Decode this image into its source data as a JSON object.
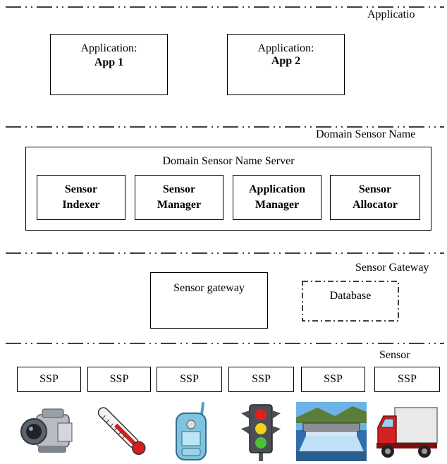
{
  "layers": {
    "application": "Applicatio",
    "domain": "Domain Sensor Name",
    "gateway": "Sensor Gateway",
    "sensor": "Sensor"
  },
  "apps": [
    {
      "prefix": "Application:",
      "name": "App 1"
    },
    {
      "prefix": "Application:",
      "name": "App 2"
    }
  ],
  "dsn_server": {
    "title": "Domain Sensor Name Server",
    "components": [
      {
        "line1": "Sensor",
        "line2": "Indexer"
      },
      {
        "line1": "Sensor",
        "line2": "Manager"
      },
      {
        "line1": "Application",
        "line2": "Manager"
      },
      {
        "line1": "Sensor",
        "line2": "Allocator"
      }
    ]
  },
  "gateway_box": "Sensor gateway",
  "database_box": "Database",
  "ssp": [
    "SSP",
    "SSP",
    "SSP",
    "SSP",
    "SSP",
    "SSP"
  ],
  "devices": [
    "camcorder-icon",
    "thermometer-icon",
    "mobile-phone-icon",
    "traffic-light-icon",
    "dam-icon",
    "truck-icon"
  ]
}
